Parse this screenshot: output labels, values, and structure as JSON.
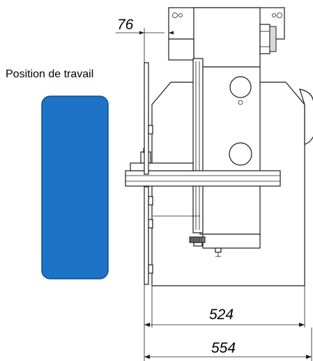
{
  "work_position": {
    "label": "Position de travail",
    "color": "#1e73c6",
    "border_color": "#0e4f8f"
  },
  "dimensions": {
    "offset": "76",
    "inner_width": "524",
    "outer_width": "554"
  },
  "icons": {
    "arrow": "arrowhead",
    "bolt": "bolt-circle-icon"
  }
}
